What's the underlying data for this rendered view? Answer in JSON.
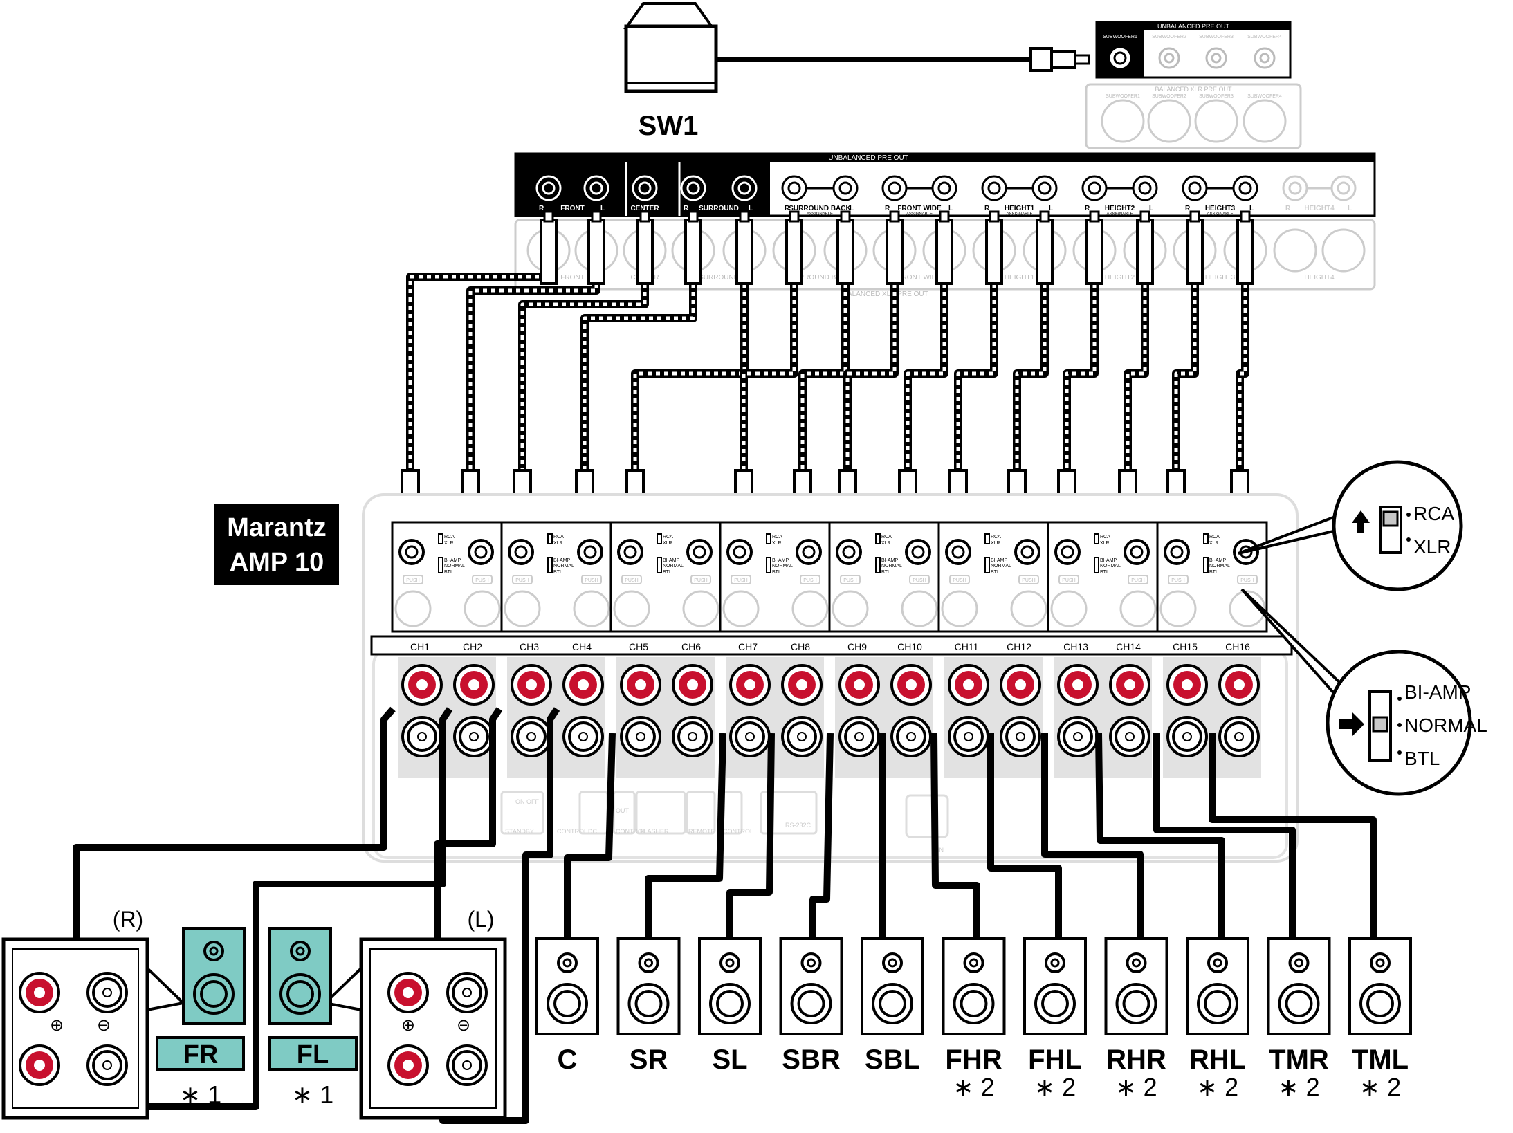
{
  "subwoofer": {
    "label": "SW1"
  },
  "sub_pre_out": {
    "title": "UNBALANCED PRE OUT",
    "jacks": [
      "SUBWOOFER1",
      "SUBWOOFER2",
      "SUBWOOFER3",
      "SUBWOOFER4"
    ]
  },
  "sub_xlr_out": {
    "title": "BALANCED XLR PRE OUT",
    "jacks": [
      "SUBWOOFER1",
      "SUBWOOFER2",
      "SUBWOOFER3",
      "SUBWOOFER4"
    ]
  },
  "pre_out": {
    "title": "UNBALANCED PRE OUT",
    "groups": [
      {
        "name": "FRONT",
        "left": "R",
        "right": "L",
        "sub": ""
      },
      {
        "name": "CENTER",
        "left": "",
        "right": "",
        "sub": ""
      },
      {
        "name": "SURROUND",
        "left": "R",
        "right": "L",
        "sub": ""
      },
      {
        "name": "SURROUND BACK",
        "left": "R",
        "right": "L",
        "sub": "ASSIGNABLE"
      },
      {
        "name": "FRONT WIDE",
        "left": "R",
        "right": "L",
        "sub": "ASSIGNABLE"
      },
      {
        "name": "HEIGHT1",
        "left": "R",
        "right": "L",
        "sub": "ASSIGNABLE"
      },
      {
        "name": "HEIGHT2",
        "left": "R",
        "right": "L",
        "sub": "ASSIGNABLE"
      },
      {
        "name": "HEIGHT3",
        "left": "R",
        "right": "L",
        "sub": "ASSIGNABLE"
      },
      {
        "name": "HEIGHT4",
        "left": "R",
        "right": "L",
        "sub": ""
      }
    ],
    "xlr_labels": [
      "FRONT",
      "CENTER",
      "SURROUND",
      "SURROUND BACK",
      "FRONT WIDE",
      "HEIGHT1",
      "HEIGHT2",
      "HEIGHT3",
      "HEIGHT4"
    ],
    "xlr_title": "BALANCED XLR PRE OUT"
  },
  "amp": {
    "label_line1": "Marantz",
    "label_line2": "AMP 10",
    "channels": [
      "CH1",
      "CH2",
      "CH3",
      "CH4",
      "CH5",
      "CH6",
      "CH7",
      "CH8",
      "CH9",
      "CH10",
      "CH11",
      "CH12",
      "CH13",
      "CH14",
      "CH15",
      "CH16"
    ],
    "module_labels": {
      "rca": "RCA",
      "xlr": "XLR",
      "biamp": "BI-AMP",
      "normal": "NORMAL",
      "btl": "BTL",
      "push": "PUSH"
    },
    "bottom_labels": [
      "STANDBY",
      "CONTROL",
      "DC",
      "CONTROL",
      "FLASHER",
      "REMOTE",
      "CONTROL",
      "RS-232C",
      "IN",
      "OUT",
      "ON OFF"
    ]
  },
  "callouts": {
    "input_select": {
      "options": [
        "RCA",
        "XLR"
      ],
      "selected": "RCA"
    },
    "mode_select": {
      "options": [
        "BI-AMP",
        "NORMAL",
        "BTL"
      ],
      "selected": "NORMAL"
    }
  },
  "front_speakers": {
    "right": {
      "channel_tag": "(R)",
      "label": "FR",
      "note": "∗ 1",
      "plus": "⊕",
      "minus": "⊖"
    },
    "left": {
      "channel_tag": "(L)",
      "label": "FL",
      "note": "∗ 1",
      "plus": "⊕",
      "minus": "⊖"
    }
  },
  "speakers": [
    {
      "label": "C",
      "note": ""
    },
    {
      "label": "SR",
      "note": ""
    },
    {
      "label": "SL",
      "note": ""
    },
    {
      "label": "SBR",
      "note": ""
    },
    {
      "label": "SBL",
      "note": ""
    },
    {
      "label": "FHR",
      "note": "∗ 2"
    },
    {
      "label": "FHL",
      "note": "∗ 2"
    },
    {
      "label": "RHR",
      "note": "∗ 2"
    },
    {
      "label": "RHL",
      "note": "∗ 2"
    },
    {
      "label": "TMR",
      "note": "∗ 2"
    },
    {
      "label": "TML",
      "note": "∗ 2"
    }
  ],
  "colors": {
    "black": "#000000",
    "grey": "#c8c8c8",
    "light_grey": "#e2e2e2",
    "teal": "#7fcbc4",
    "red_terminal": "#c8102e",
    "white": "#ffffff"
  }
}
